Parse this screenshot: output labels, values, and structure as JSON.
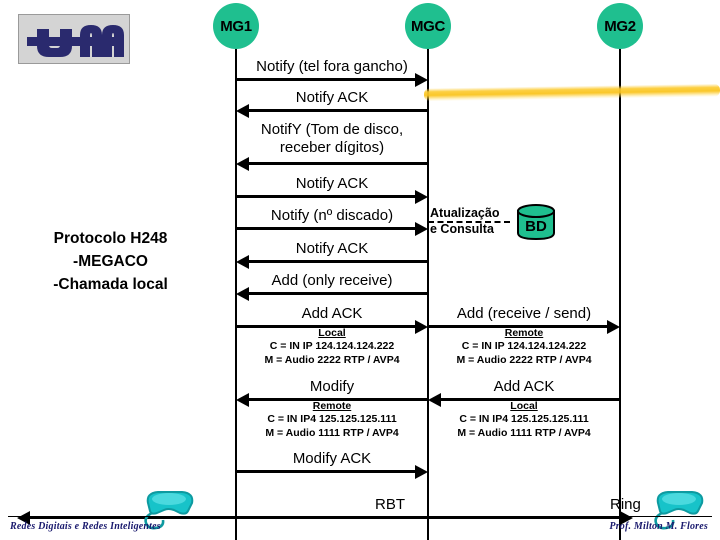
{
  "slide": {
    "logo_alt": "uff-logo",
    "caption_lines": [
      "Protocolo H248",
      "-MEGACO",
      "-Chamada local"
    ]
  },
  "actors": [
    {
      "id": "mg1",
      "label": "MG1"
    },
    {
      "id": "mgc",
      "label": "MGC"
    },
    {
      "id": "mg2",
      "label": "MG2"
    }
  ],
  "messages": [
    {
      "id": "m1",
      "label": "Notify (tel fora gancho)",
      "direction": "right"
    },
    {
      "id": "m2",
      "label": "Notify ACK",
      "direction": "left"
    },
    {
      "id": "m3",
      "label_line1": "NotifY (Tom de disco,",
      "label_line2": "receber dígitos)",
      "direction": "left"
    },
    {
      "id": "m4",
      "label": "Notify ACK",
      "direction": "right"
    },
    {
      "id": "m5",
      "label": "Notify (nº discado)",
      "direction": "right"
    },
    {
      "id": "m6",
      "label": "Notify ACK",
      "direction": "left"
    },
    {
      "id": "m7",
      "label": "Add (only receive)",
      "direction": "left"
    },
    {
      "id": "m8",
      "label": "Add ACK",
      "direction": "right"
    },
    {
      "id": "m9",
      "label": "Add (receive / send)",
      "direction": "right"
    },
    {
      "id": "m10",
      "label": "Modify",
      "direction": "left"
    },
    {
      "id": "m11",
      "label": "Add ACK",
      "direction": "left"
    },
    {
      "id": "m12",
      "label": "Modify ACK",
      "direction": "right"
    },
    {
      "id": "m13",
      "label": "RBT",
      "direction": "left"
    },
    {
      "id": "m14",
      "label": "Ring",
      "direction": "right"
    }
  ],
  "sdp": {
    "add_ack_local": {
      "head": "Local",
      "c_line": "C = IN IP 124.124.124.222",
      "m_line": "M = Audio 2222 RTP / AVP4"
    },
    "add_remote": {
      "head": "Remote",
      "c_line": "C = IN IP 124.124.124.222",
      "m_line": "M = Audio 2222 RTP / AVP4"
    },
    "modify_remote": {
      "head": "Remote",
      "c_line": "C = IN IP4 125.125.125.111",
      "m_line": "M = Audio 1111 RTP / AVP4"
    },
    "add_ack_local2": {
      "head": "Local",
      "c_line": "C = IN IP4 125.125.125.111",
      "m_line": "M = Audio 1111 RTP / AVP4"
    }
  },
  "database": {
    "label_line1": "Atualização",
    "label_line2": "e Consulta",
    "cylinder_label": "BD"
  },
  "footer": {
    "left": "Redes Digitais e Redes Inteligentes",
    "right": "Prof. Milton M. Flores"
  },
  "colors": {
    "node_green": "#1fbf8f",
    "db_green": "#1fbf8f",
    "logo_navy": "#2a2a6e",
    "logo_bg": "#d4d4d4",
    "phone_teal": "#17c3c9",
    "highlighter_yellow": "#facb1e",
    "footer_navy": "#1a1a6e",
    "line_black": "#000000"
  }
}
